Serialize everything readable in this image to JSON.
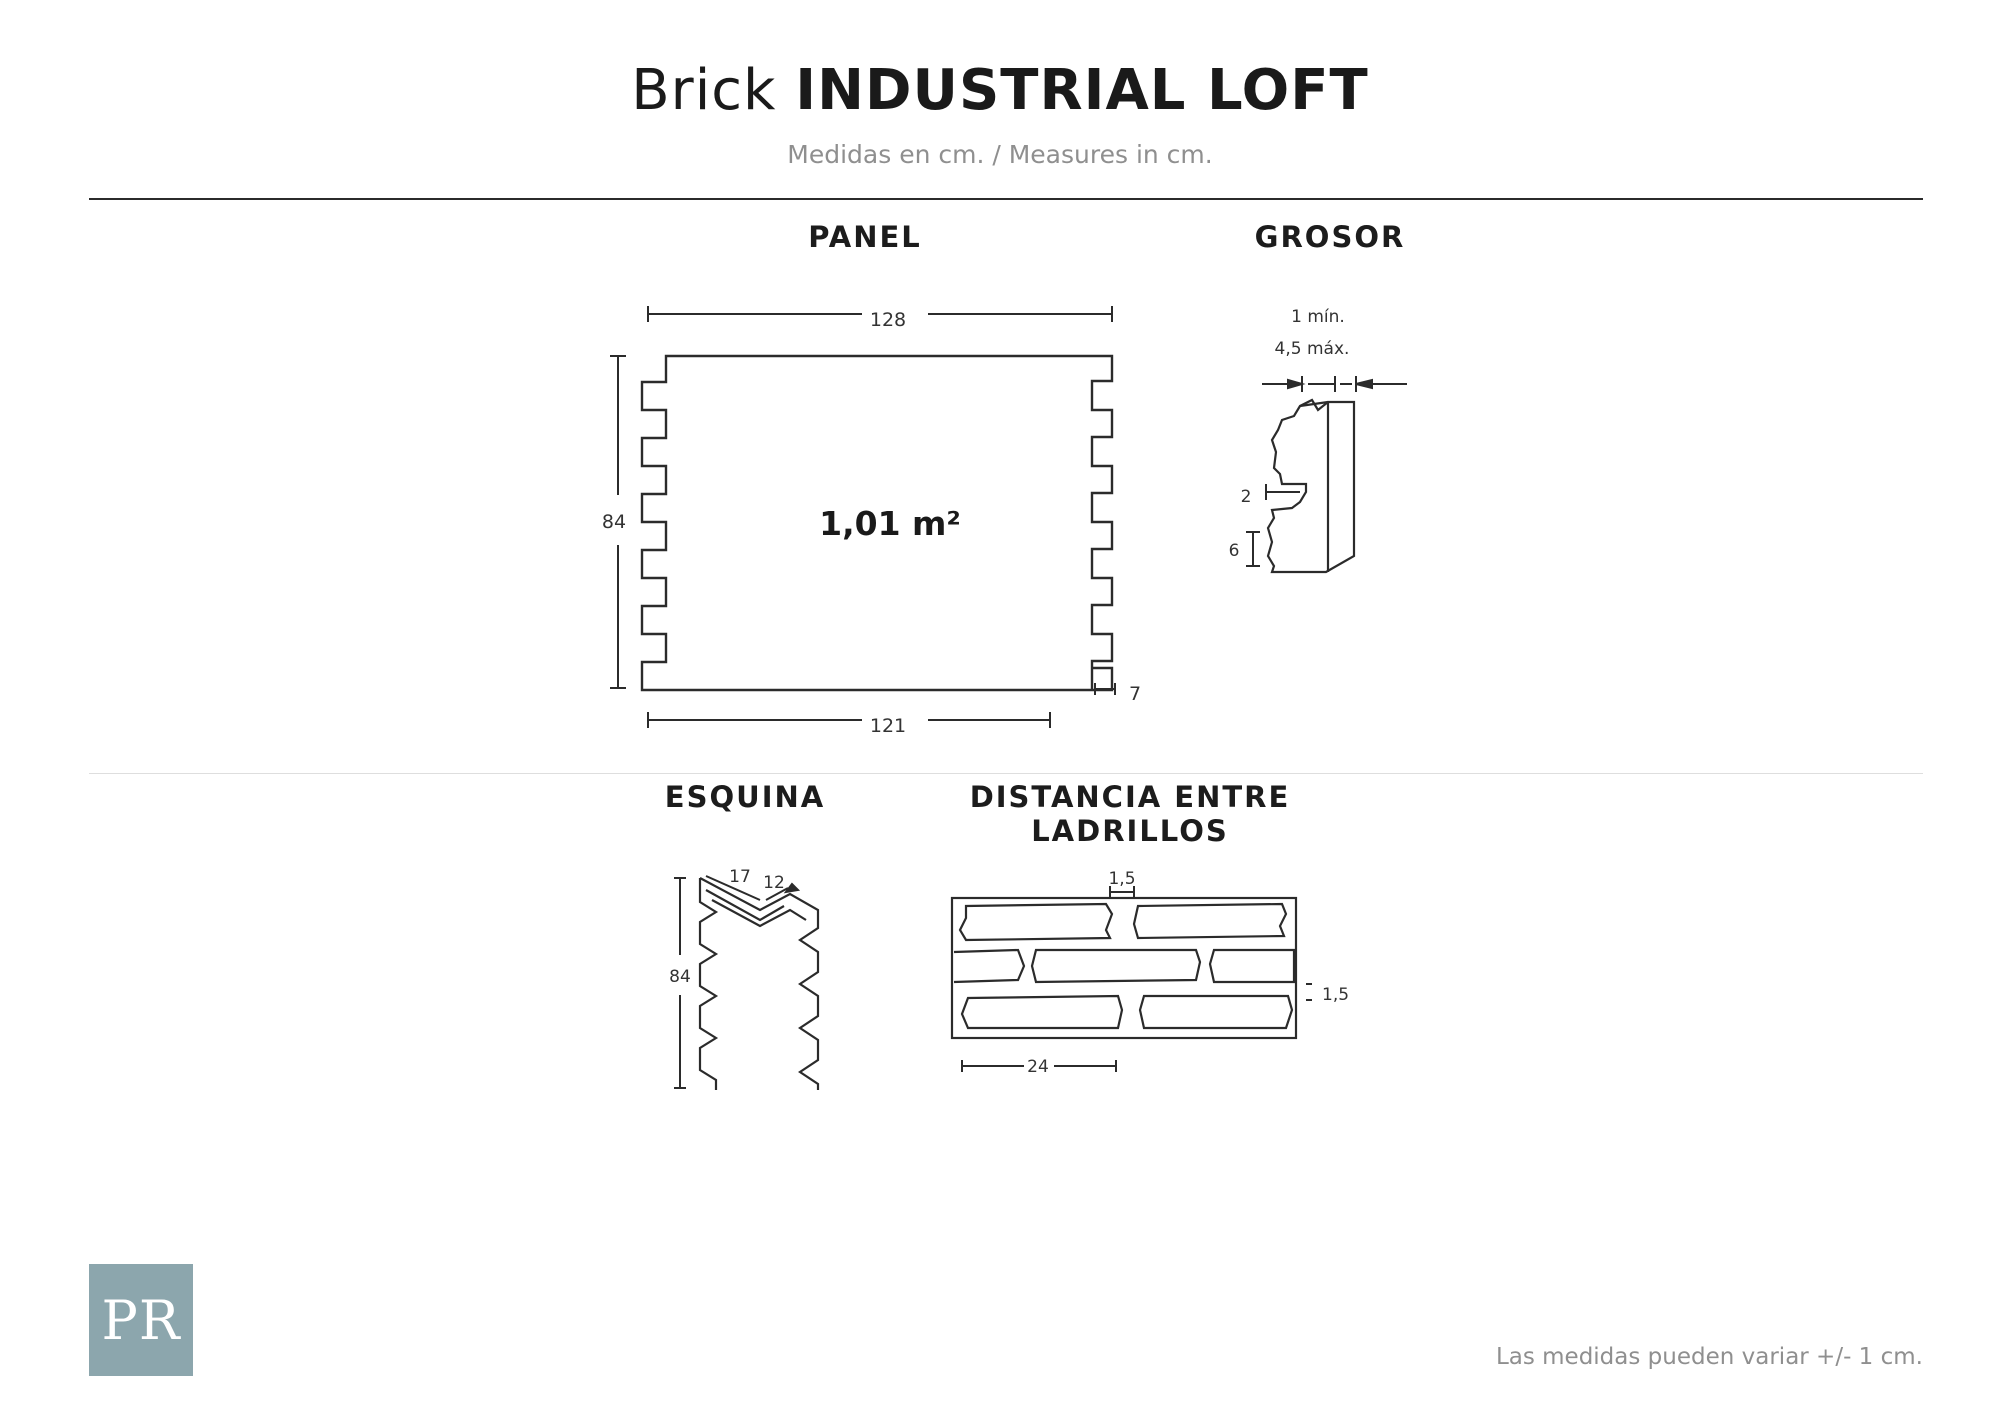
{
  "header": {
    "title_light": "Brick",
    "title_bold": "INDUSTRIAL LOFT",
    "subtitle": "Medidas en cm. / Measures in cm."
  },
  "panel": {
    "label": "PANEL",
    "width_top": "128",
    "width_bottom": "121",
    "height": "84",
    "tongue": "7",
    "area": "1,01 m²"
  },
  "grosor": {
    "label": "GROSOR",
    "min": "1 mín.",
    "max": "4,5 máx.",
    "groove": "2",
    "step": "6"
  },
  "esquina": {
    "label": "ESQUINA",
    "side_a": "17",
    "side_b": "12",
    "height": "84"
  },
  "distancia": {
    "label": "DISTANCIA ENTRE LADRILLOS",
    "gap_vertical": "1,5",
    "gap_horizontal": "1,5",
    "brick_length": "24"
  },
  "logo": {
    "text": "PR",
    "color": "#8ca6ad"
  },
  "footnote": "Las medidas pueden variar +/- 1 cm."
}
